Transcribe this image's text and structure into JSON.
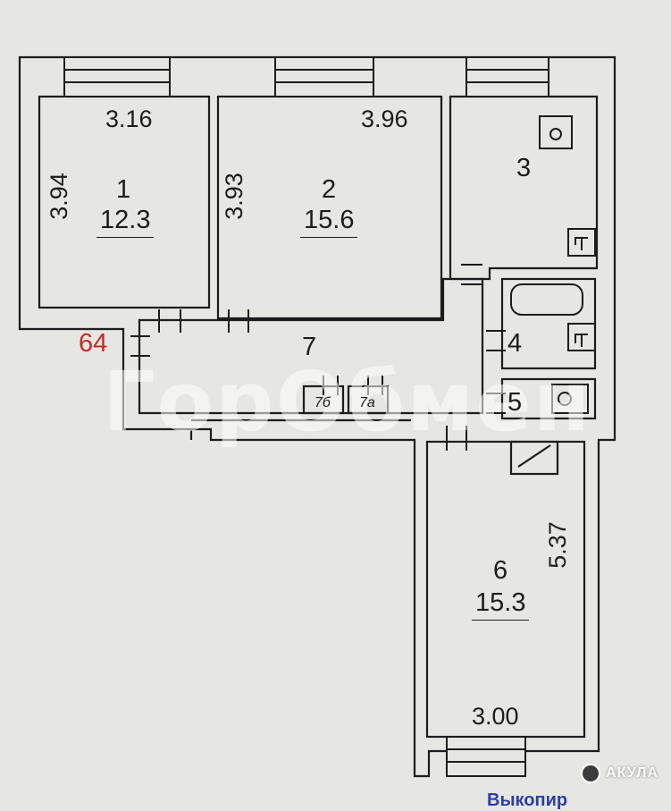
{
  "rooms": [
    {
      "number": "1",
      "area": "12.3"
    },
    {
      "number": "2",
      "area": "15.6"
    },
    {
      "number": "3"
    },
    {
      "number": "4"
    },
    {
      "number": "5"
    },
    {
      "number": "6",
      "area": "15.3"
    },
    {
      "number": "7"
    }
  ],
  "closets": [
    "7б",
    "7а"
  ],
  "dimensions": {
    "room1_width": "3.16",
    "room1_height": "3.94",
    "room2_width": "3.96",
    "room2_height": "3.93",
    "room6_length": "5.37",
    "room6_width": "3.00"
  },
  "annotation_red": "64",
  "watermark": "ГорОбмен",
  "badge": "АКУЛА",
  "bottom_cut_text": "Выкопир",
  "colors": {
    "background": "#e6e6e2",
    "wall": "#1c1c1c",
    "annotation": "#c42a2a",
    "watermark": "#ffffff"
  }
}
